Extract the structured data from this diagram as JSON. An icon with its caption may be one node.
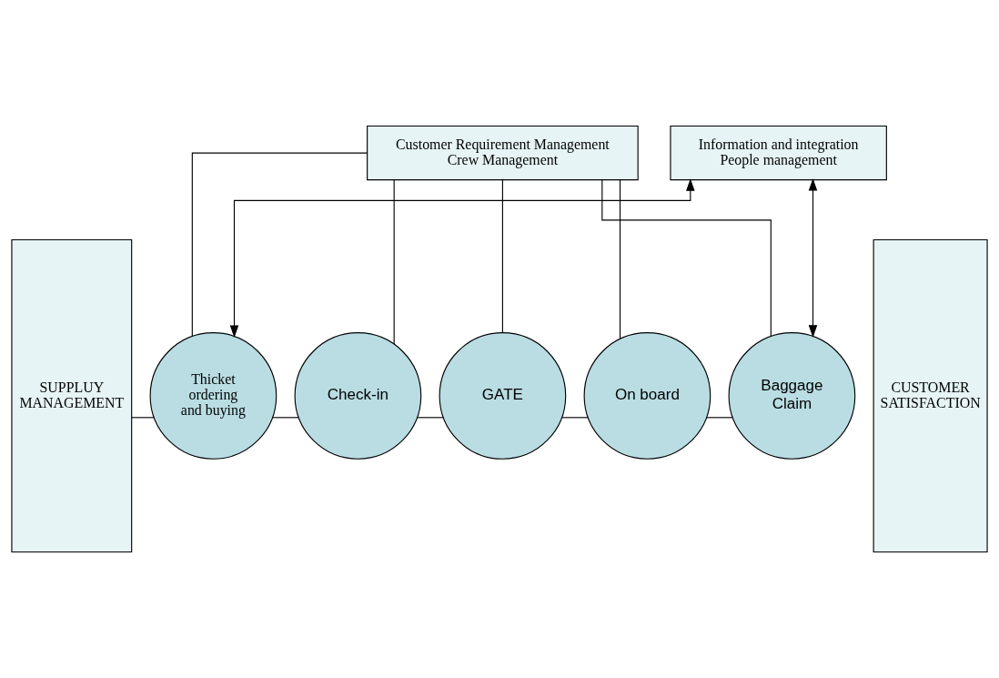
{
  "diagram": {
    "nodes": [
      {
        "text": [
          "SUPPLUY MANAGEMENT"
        ]
      },
      {
        "text": [
          "Customer Requirement Management",
          "Crew Management"
        ]
      },
      {
        "text": [
          "Thicket ordering and buying"
        ]
      },
      {
        "text": [
          "Check-in"
        ]
      },
      {
        "text": [
          "GATE"
        ]
      },
      {
        "text": [
          "On board"
        ]
      },
      {
        "text": [
          "Baggage Claim"
        ]
      },
      {
        "text": [
          "CUSTOMER SATISFACTION"
        ]
      },
      {
        "text": [
          "Information and integration",
          "People management"
        ]
      }
    ],
    "edges": [
      {
        "from": 1,
        "to": 2,
        "arrow": "none"
      },
      {
        "from": 1,
        "to": 3,
        "arrow": "none"
      },
      {
        "from": 1,
        "to": 4,
        "arrow": "none"
      },
      {
        "from": 1,
        "to": 5,
        "arrow": "none"
      },
      {
        "from": 1,
        "to": 6,
        "arrow": "none"
      },
      {
        "from": 0,
        "to": 2,
        "arrow": "none"
      },
      {
        "from": 2,
        "to": 3,
        "arrow": "none"
      },
      {
        "from": 3,
        "to": 4,
        "arrow": "none"
      },
      {
        "from": 4,
        "to": 5,
        "arrow": "none"
      },
      {
        "from": 5,
        "to": 6,
        "arrow": "none"
      },
      {
        "from": 8,
        "to": 2,
        "arrow": "both"
      },
      {
        "from": 8,
        "to": 6,
        "arrow": "both"
      }
    ]
  }
}
